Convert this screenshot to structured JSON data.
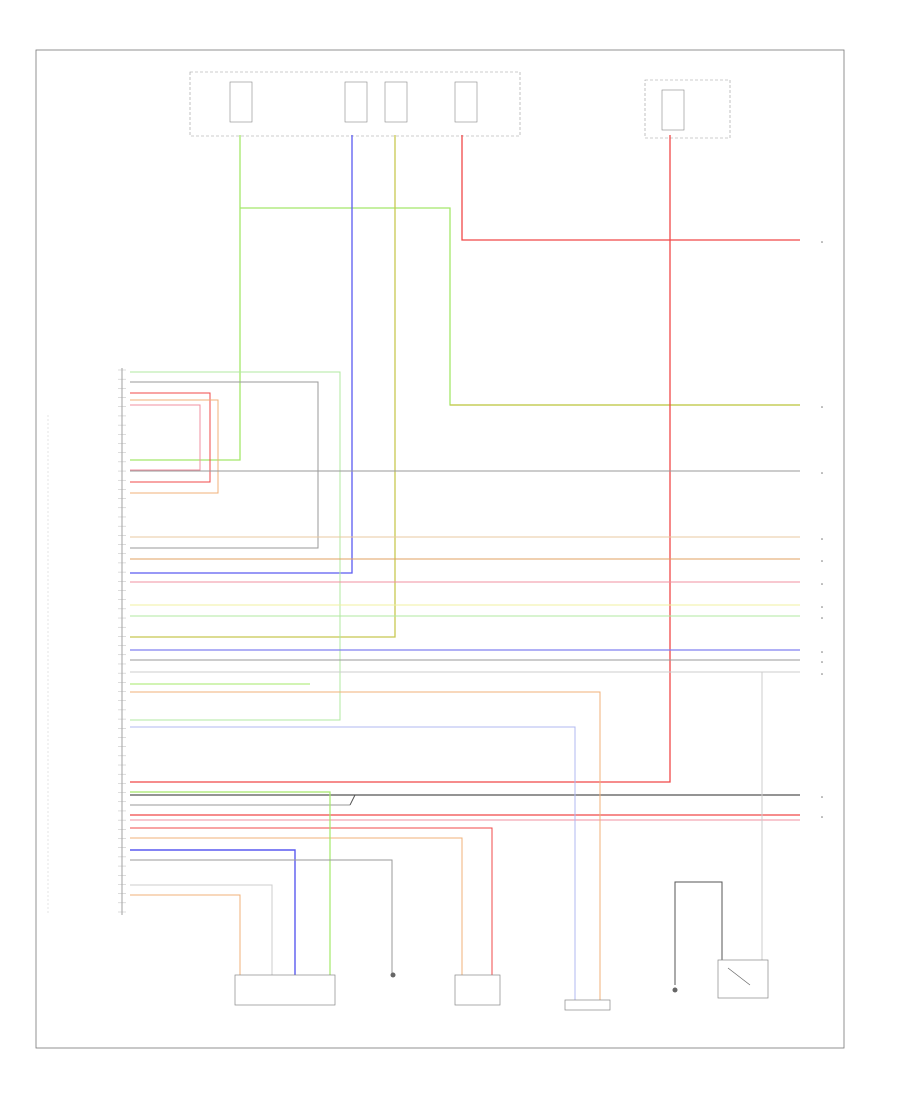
{
  "diagram": {
    "wire_colors": {
      "green": "#a4e86a",
      "blue": "#5a5af0",
      "yellow_green": "#c8c850",
      "yellow": "#e0d060",
      "red": "#f04848",
      "pink": "#f090a0",
      "gray": "#9a9a9a",
      "dark_gray": "#555555",
      "orange": "#f0b078",
      "tan": "#e8c8a0",
      "light_blue": "#b0b8f0",
      "light_green": "#b0e8a0"
    },
    "fuse_boxes": [
      {
        "id": "fb-left"
      },
      {
        "id": "fb-mid"
      },
      {
        "id": "fb-right"
      },
      {
        "id": "fb-far-right"
      }
    ],
    "connector_pins": 60,
    "components": [
      {
        "id": "cmp-1"
      },
      {
        "id": "cmp-2"
      },
      {
        "id": "cmp-3"
      },
      {
        "id": "cmp-4"
      },
      {
        "id": "cmp-5"
      },
      {
        "id": "cmp-6"
      }
    ]
  }
}
